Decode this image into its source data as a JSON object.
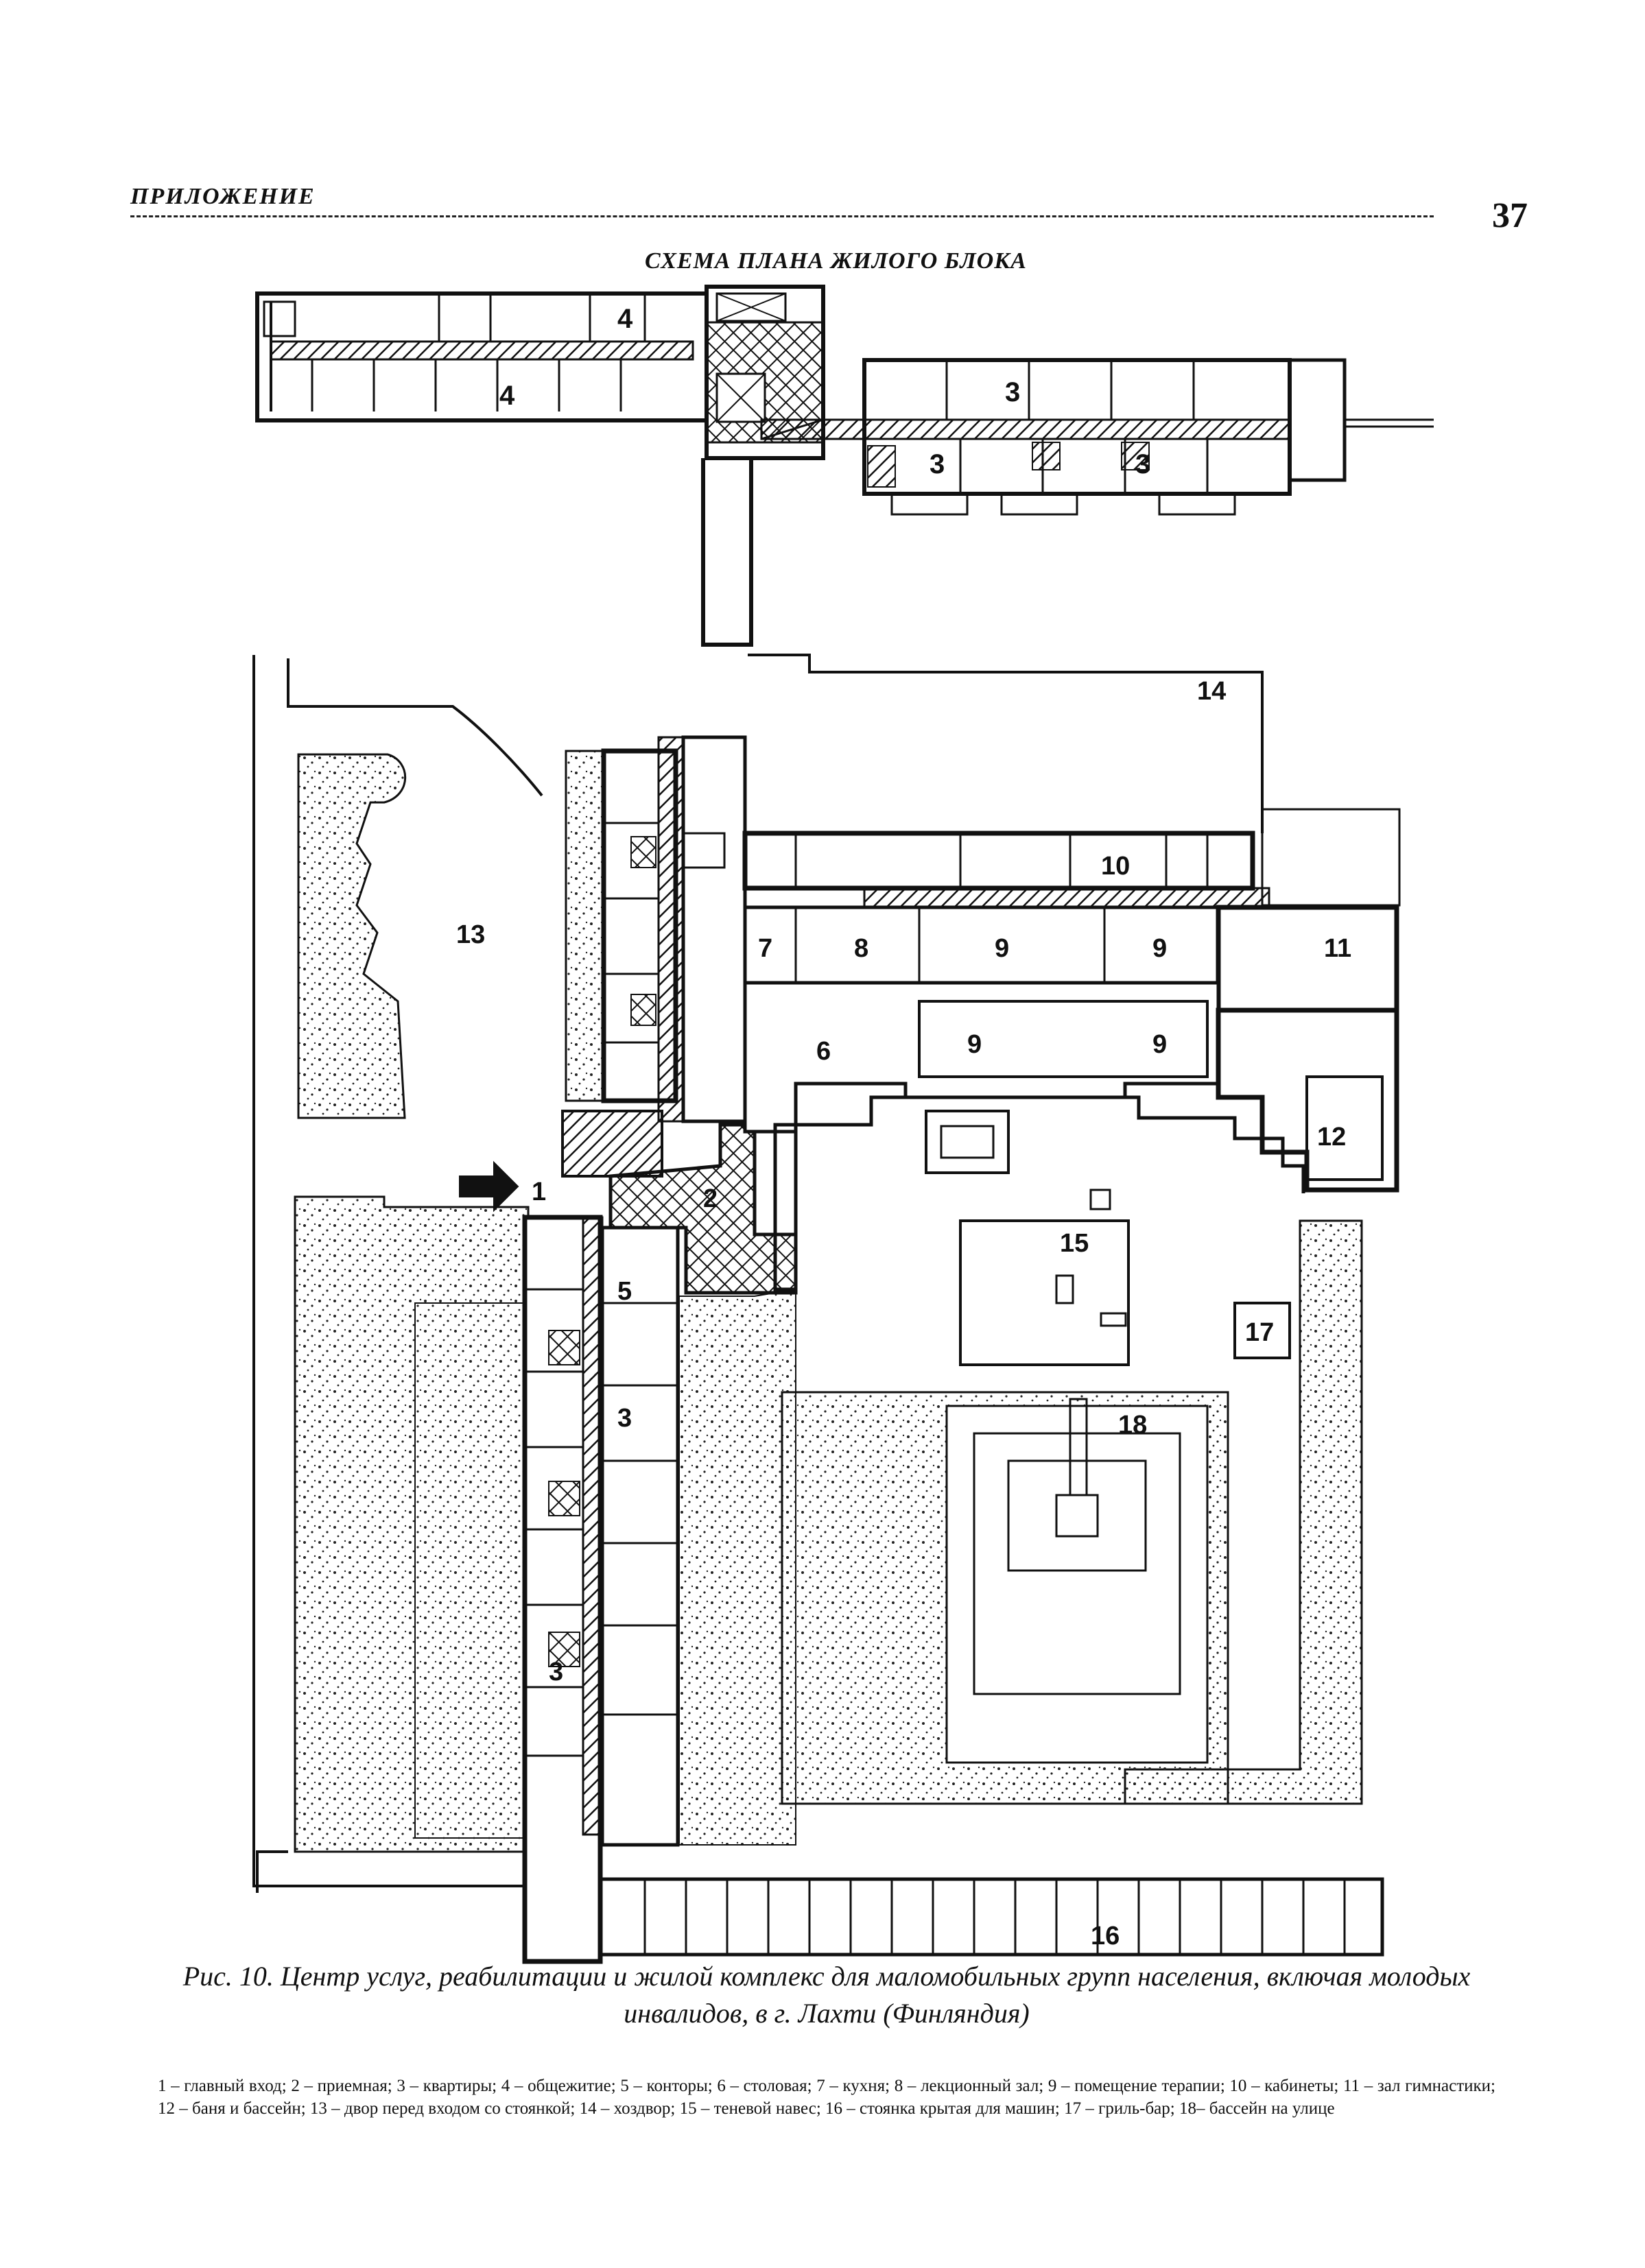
{
  "header": {
    "section_label": "ПРИЛОЖЕНИЕ",
    "page_number": "37"
  },
  "scheme_title": "СХЕМА ПЛАНА ЖИЛОГО БЛОКА",
  "scheme_labels": {
    "l4a": "4",
    "l4b": "4",
    "l3a": "3",
    "l3b": "3",
    "l3c": "3"
  },
  "site_labels": {
    "n1": "1",
    "n2": "2",
    "n3a": "3",
    "n3b": "3",
    "n5": "5",
    "n6": "6",
    "n7": "7",
    "n8": "8",
    "n9a": "9",
    "n9b": "9",
    "n9c": "9",
    "n9d": "9",
    "n10": "10",
    "n11": "11",
    "n12": "12",
    "n13": "13",
    "n14": "14",
    "n15": "15",
    "n16": "16",
    "n17": "17",
    "n18": "18"
  },
  "caption": {
    "title": "Рис. 10. Центр услуг, реабилитации и жилой комплекс для маломобильных групп населения, включая молодых инвалидов, в г. Лахти (Финляндия)",
    "legend": "1 – главный вход; 2 – приемная; 3 – квартиры; 4 – общежитие; 5 – конторы; 6 – столовая; 7 – кухня; 8 – лекционный зал; 9 – помещение терапии; 10 – кабинеты; 11 – зал гимнастики; 12 – баня и бассейн; 13 – двор перед входом со стоянкой; 14 – хоздвор; 15 – теневой навес; 16 – стоянка крытая для машин; 17 – гриль-бар; 18– бассейн на улице"
  }
}
